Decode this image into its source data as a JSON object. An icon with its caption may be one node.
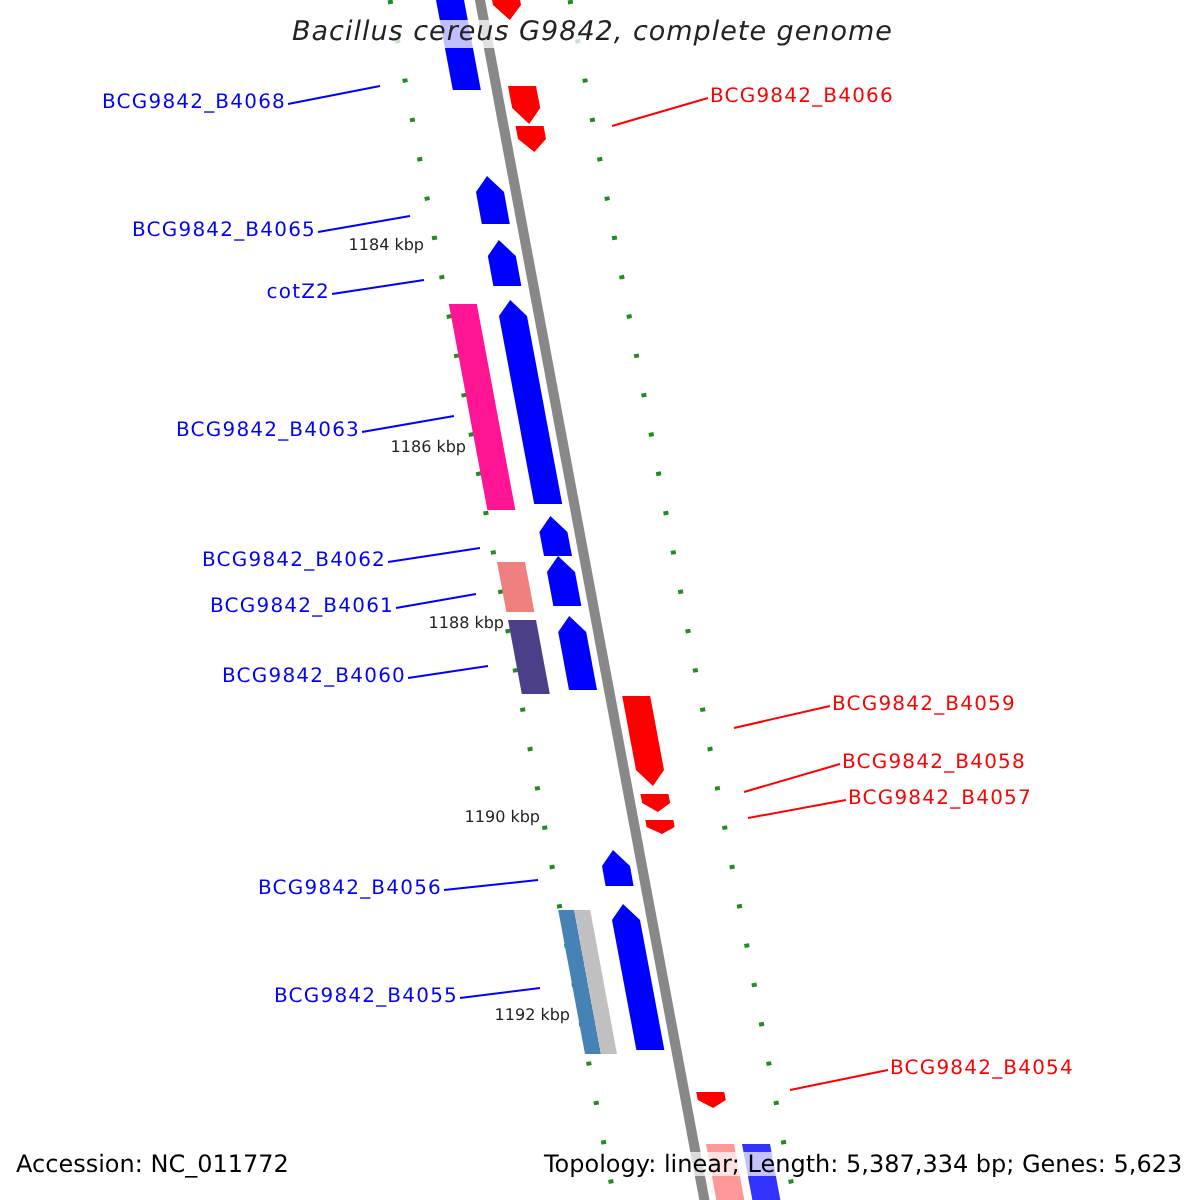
{
  "diagram": {
    "title": "Bacillus cereus G9842, complete genome",
    "nodes": [
      {
        "text": [
          "BCG9842_B4068"
        ]
      },
      {
        "text": [
          "BCG9842_B4066"
        ]
      },
      {
        "text": [
          "BCG9842_B4065"
        ]
      },
      {
        "text": [
          "cotZ2"
        ]
      },
      {
        "text": [
          "BCG9842_B4063"
        ]
      },
      {
        "text": [
          "BCG9842_B4062"
        ]
      },
      {
        "text": [
          "BCG9842_B4061"
        ]
      },
      {
        "text": [
          "BCG9842_B4060"
        ]
      },
      {
        "text": [
          "BCG9842_B4059"
        ]
      },
      {
        "text": [
          "BCG9842_B4058"
        ]
      },
      {
        "text": [
          "BCG9842_B4057"
        ]
      },
      {
        "text": [
          "BCG9842_B4056"
        ]
      },
      {
        "text": [
          "BCG9842_B4055"
        ]
      },
      {
        "text": [
          "BCG9842_B4054"
        ]
      }
    ],
    "edges": [
      {
        "from": 0,
        "to": null,
        "arrow": "none"
      },
      {
        "from": 1,
        "to": null,
        "arrow": "none",
        "color": "#ff0000"
      },
      {
        "from": 2,
        "to": null,
        "arrow": "none"
      },
      {
        "from": 3,
        "to": null,
        "arrow": "none"
      },
      {
        "from": 4,
        "to": null,
        "arrow": "none"
      },
      {
        "from": 5,
        "to": null,
        "arrow": "none"
      },
      {
        "from": 6,
        "to": null,
        "arrow": "none"
      },
      {
        "from": 7,
        "to": null,
        "arrow": "none"
      },
      {
        "from": 8,
        "to": null,
        "arrow": "none",
        "color": "#ff0000"
      },
      {
        "from": 9,
        "to": null,
        "arrow": "none",
        "color": "#ff0000"
      },
      {
        "from": 10,
        "to": null,
        "arrow": "none",
        "color": "#ff0000"
      },
      {
        "from": 11,
        "to": null,
        "arrow": "none"
      },
      {
        "from": 12,
        "to": null,
        "arrow": "none"
      },
      {
        "from": 13,
        "to": null,
        "arrow": "none",
        "color": "#ff0000"
      }
    ],
    "labels": [
      "1184 kbp",
      "1186 kbp",
      "1188 kbp",
      "1190 kbp",
      "1192 kbp",
      "Accession: NC_011772",
      "Topology: linear; Length: 5,387,334 bp; Genes: 5,623"
    ]
  }
}
